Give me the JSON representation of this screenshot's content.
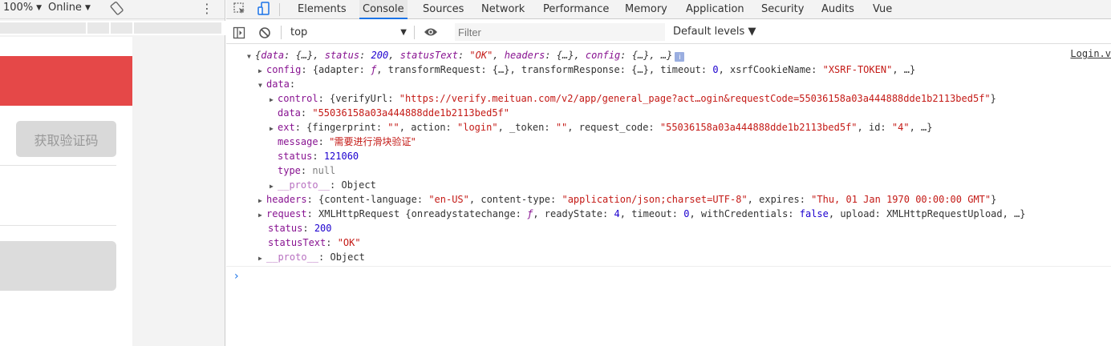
{
  "device_toolbar": {
    "zoom": "100%",
    "throttle": "Online",
    "caret": "▼",
    "more": "⋮"
  },
  "emulated_page": {
    "sms_button_label": "获取验证码",
    "banner_color": "#e54848"
  },
  "devtools": {
    "tabs": [
      "Elements",
      "Console",
      "Sources",
      "Network",
      "Performance",
      "Memory",
      "Application",
      "Security",
      "Audits",
      "Vue"
    ],
    "active_tab": "Console",
    "accent_color": "#1a73e8"
  },
  "console_toolbar": {
    "context": "top",
    "context_caret": "▼",
    "filter_placeholder": "Filter",
    "levels": "Default levels ▼"
  },
  "console": {
    "source_link": "Login.v",
    "lines": {
      "root": {
        "open": "{",
        "data": "data",
        "data_v": "{…}",
        "status": "status",
        "status_v": "200",
        "statusText": "statusText",
        "statusText_v": "\"OK\"",
        "headers": "headers",
        "headers_v": "{…}",
        "config": "config",
        "config_v": "{…}",
        "rest": "…}",
        "info": "i"
      },
      "config": {
        "key": "config",
        "v1": "{adapter: ",
        "f": "ƒ",
        "v2": ", transformRequest: {…}, transformResponse: {…}, timeout: ",
        "timeout": "0",
        "v3": ", xsrfCookieName: ",
        "xsrf": "\"XSRF-TOKEN\"",
        "v4": ", …}"
      },
      "data": {
        "key": "data"
      },
      "control": {
        "key": "control",
        "v1": "{verifyUrl: ",
        "url": "\"https://verify.meituan.com/v2/app/general_page?act…ogin&requestCode=55036158a03a444888dde1b2113bed5f\"",
        "v2": "}"
      },
      "data_str": {
        "key": "data",
        "v": "\"55036158a03a444888dde1b2113bed5f\""
      },
      "ext": {
        "key": "ext",
        "v1": "{fingerprint: ",
        "fp": "\"\"",
        "v2": ", action: ",
        "action": "\"login\"",
        "v3": ", _token: ",
        "token": "\"\"",
        "v4": ", request_code: ",
        "code": "\"55036158a03a444888dde1b2113bed5f\"",
        "v5": ", id: ",
        "id": "\"4\"",
        "v6": ", …}"
      },
      "message": {
        "key": "message",
        "v": "\"需要进行滑块验证\""
      },
      "status_inner": {
        "key": "status",
        "v": "121060"
      },
      "type": {
        "key": "type",
        "v": "null"
      },
      "proto_inner": {
        "key": "__proto__",
        "v": "Object"
      },
      "headers": {
        "key": "headers",
        "v1": "{content-language: ",
        "lang": "\"en-US\"",
        "v2": ", content-type: ",
        "ctype": "\"application/json;charset=UTF-8\"",
        "v3": ", expires: ",
        "exp": "\"Thu, 01 Jan 1970 00:00:00 GMT\"",
        "v4": "}"
      },
      "request": {
        "key": "request",
        "v1": "XMLHttpRequest {onreadystatechange: ",
        "f": "ƒ",
        "v2": ", readyState: ",
        "rs": "4",
        "v3": ", timeout: ",
        "to": "0",
        "v4": ", withCredentials: ",
        "wc": "false",
        "v5": ", upload: XMLHttpRequestUpload, …}"
      },
      "status": {
        "key": "status",
        "v": "200"
      },
      "statusText": {
        "key": "statusText",
        "v": "\"OK\""
      },
      "proto": {
        "key": "__proto__",
        "v": "Object"
      }
    },
    "prompt": "›"
  }
}
